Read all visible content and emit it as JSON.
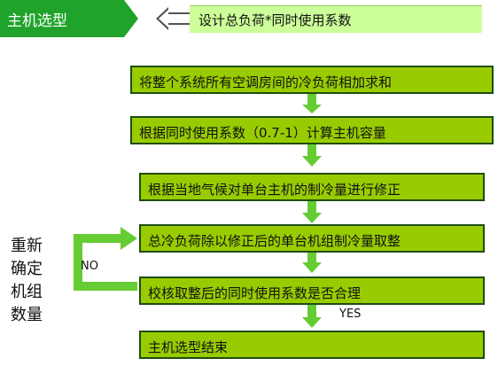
{
  "header": {
    "tab_label": "主机选型",
    "title": "设计总负荷*同时使用系数"
  },
  "steps": [
    "将整个系统所有空调房间的冷负荷相加求和",
    "根据同时使用系数（0.7-1）计算主机容量",
    "根据当地气候对单台主机的制冷量进行修正",
    "总冷负荷除以修正后的单台机组制冷量取整",
    "校核取整后的同时使用系数是否合理",
    "主机选型结束"
  ],
  "loop": {
    "label": "重新确定机组数量",
    "no": "NO",
    "yes": "YES"
  },
  "colors": {
    "tab_green": "#1fa32b",
    "box_green": "#99cc00",
    "header_bar": "#ccff99",
    "arrow_green": "#66cc33"
  }
}
